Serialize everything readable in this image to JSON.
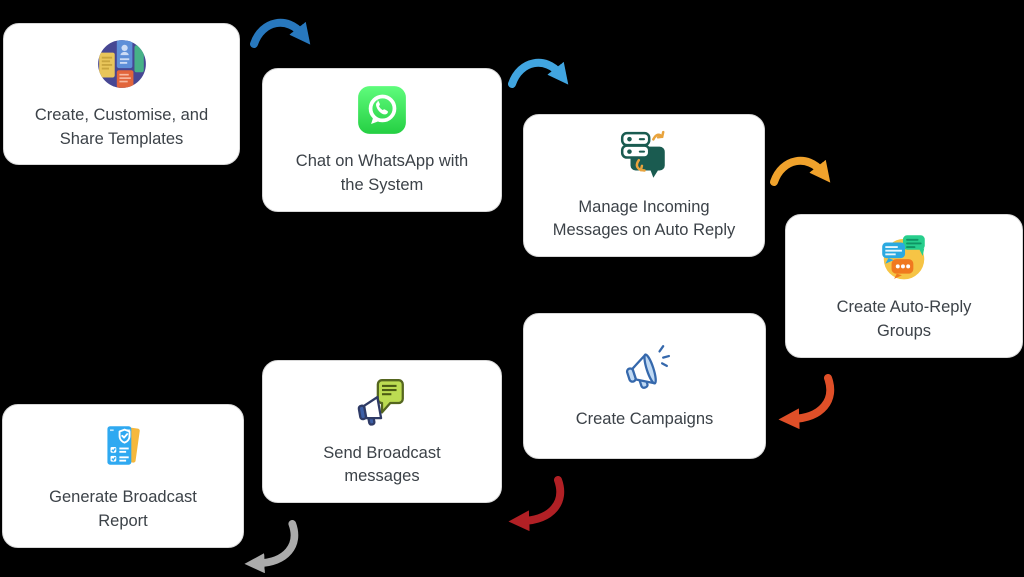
{
  "theme": {
    "background": "#000000",
    "card_background": "#FFFFFF",
    "card_border": "#D8D8D8",
    "text_color": "#3C4248"
  },
  "diagram": {
    "cards": [
      {
        "id": "templates",
        "label": "Create, Customise, and Share Templates",
        "icon": "templates-icon"
      },
      {
        "id": "whatsapp-chat",
        "label": "Chat on WhatsApp with the System",
        "icon": "whatsapp-icon"
      },
      {
        "id": "manage-incoming",
        "label": "Manage Incoming Messages on Auto Reply",
        "icon": "auto-reply-messages-icon"
      },
      {
        "id": "auto-reply-groups",
        "label": "Create Auto-Reply Groups",
        "icon": "chat-bubbles-icon"
      },
      {
        "id": "campaigns",
        "label": "Create Campaigns",
        "icon": "megaphone-icon"
      },
      {
        "id": "broadcast",
        "label": "Send Broadcast messages",
        "icon": "broadcast-megaphone-icon"
      },
      {
        "id": "report",
        "label": "Generate Broadcast Report",
        "icon": "report-document-icon"
      }
    ],
    "arrows": [
      {
        "from": "templates",
        "to": "whatsapp-chat",
        "color": "#2878BE",
        "direction": "down-right"
      },
      {
        "from": "whatsapp-chat",
        "to": "manage-incoming",
        "color": "#41A5E0",
        "direction": "down-right"
      },
      {
        "from": "manage-incoming",
        "to": "auto-reply-groups",
        "color": "#F0A22C",
        "direction": "down-right"
      },
      {
        "from": "auto-reply-groups",
        "to": "campaigns",
        "color": "#DF4F28",
        "direction": "down-left"
      },
      {
        "from": "campaigns",
        "to": "broadcast",
        "color": "#B12025",
        "direction": "down-left"
      },
      {
        "from": "broadcast",
        "to": "report",
        "color": "#ABABAB",
        "direction": "down-left"
      }
    ]
  }
}
